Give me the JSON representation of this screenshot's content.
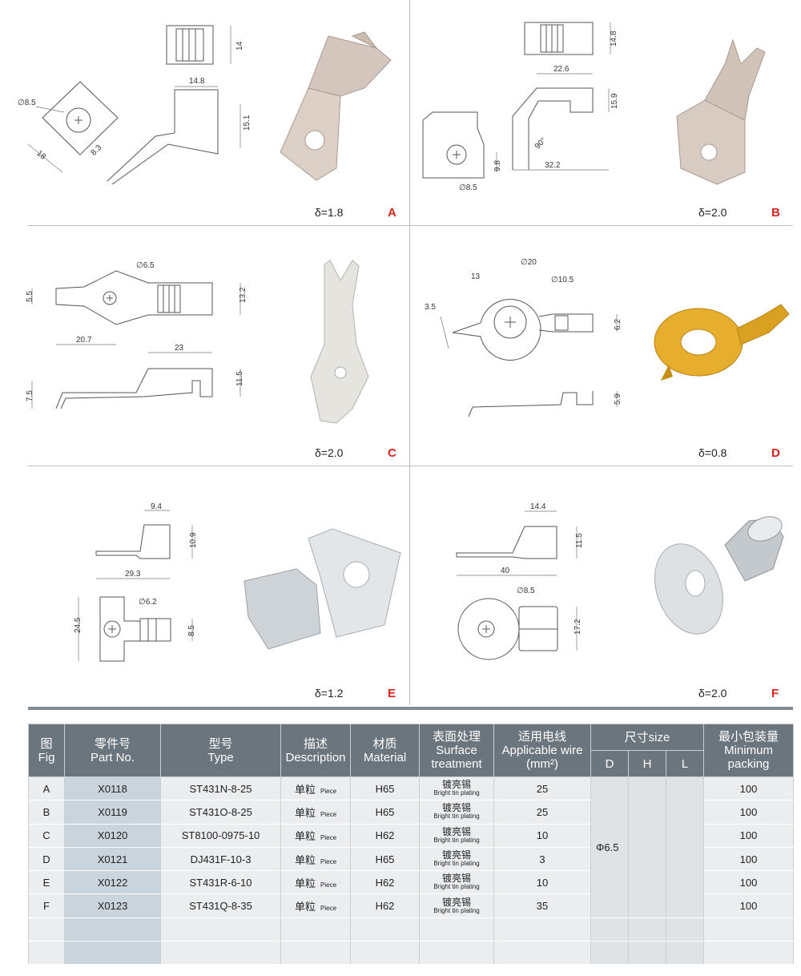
{
  "cells": [
    {
      "fig": "A",
      "thickness": "δ=1.8",
      "dims": [
        "14",
        "14.8",
        "15.1",
        "∅8.5",
        "18",
        "8.3"
      ]
    },
    {
      "fig": "B",
      "thickness": "δ=2.0",
      "dims": [
        "14.8",
        "22.6",
        "15.9",
        "90°",
        "9.8",
        "32.2",
        "∅8.5"
      ]
    },
    {
      "fig": "C",
      "thickness": "δ=2.0",
      "dims": [
        "∅6.5",
        "5.5",
        "13.2",
        "20.7",
        "23",
        "11.5",
        "7.5"
      ]
    },
    {
      "fig": "D",
      "thickness": "δ=0.8",
      "dims": [
        "∅20",
        "13",
        "∅10.5",
        "3.5",
        "6.2",
        "5.9"
      ]
    },
    {
      "fig": "E",
      "thickness": "δ=1.2",
      "dims": [
        "9.4",
        "10.9",
        "29.3",
        "∅6.2",
        "24.5",
        "8.5"
      ]
    },
    {
      "fig": "F",
      "thickness": "δ=2.0",
      "dims": [
        "14.4",
        "11.5",
        "40",
        "∅8.5",
        "17.2"
      ]
    }
  ],
  "table": {
    "headers": {
      "fig": [
        "图",
        "Fig"
      ],
      "part": [
        "零件号",
        "Part No."
      ],
      "type": [
        "型号",
        "Type"
      ],
      "desc": [
        "描述",
        "Description"
      ],
      "material": [
        "材质",
        "Material"
      ],
      "surface": [
        "表面处理",
        "Surface",
        "treatment"
      ],
      "wire": [
        "适用电线",
        "Applicable wire",
        "(mm²)"
      ],
      "size": "尺寸size",
      "size_d": "D",
      "size_h": "H",
      "size_l": "L",
      "packing": [
        "最小包装量",
        "Minimum",
        "packing"
      ]
    },
    "rows": [
      {
        "fig": "A",
        "part": "X0118",
        "type": "ST431N-8-25",
        "desc_cn": "单粒",
        "desc_en": "Piece",
        "material": "H65",
        "surf_cn": "镀亮锡",
        "surf_en": "Bright tin plating",
        "wire": "25",
        "packing": "100"
      },
      {
        "fig": "B",
        "part": "X0119",
        "type": "ST431O-8-25",
        "desc_cn": "单粒",
        "desc_en": "Piece",
        "material": "H65",
        "surf_cn": "镀亮锡",
        "surf_en": "Bright tin plating",
        "wire": "25",
        "packing": "100"
      },
      {
        "fig": "C",
        "part": "X0120",
        "type": "ST8100-0975-10",
        "desc_cn": "单粒",
        "desc_en": "Piece",
        "material": "H62",
        "surf_cn": "镀亮锡",
        "surf_en": "Bright tin plating",
        "wire": "10",
        "packing": "100"
      },
      {
        "fig": "D",
        "part": "X0121",
        "type": "DJ431F-10-3",
        "desc_cn": "单粒",
        "desc_en": "Piece",
        "material": "H65",
        "surf_cn": "镀亮锡",
        "surf_en": "Bright tin plating",
        "wire": "3",
        "packing": "100"
      },
      {
        "fig": "E",
        "part": "X0122",
        "type": "ST431R-6-10",
        "desc_cn": "单粒",
        "desc_en": "Piece",
        "material": "H62",
        "surf_cn": "镀亮锡",
        "surf_en": "Bright tin plating",
        "wire": "10",
        "packing": "100"
      },
      {
        "fig": "F",
        "part": "X0123",
        "type": "ST431Q-8-35",
        "desc_cn": "单粒",
        "desc_en": "Piece",
        "material": "H62",
        "surf_cn": "镀亮锡",
        "surf_en": "Bright tin plating",
        "wire": "35",
        "packing": "100"
      }
    ],
    "size_d_merged": "Φ6.5"
  },
  "colors": {
    "letter": "#e0201b",
    "header_bg": "#6b757d",
    "part_col": "#c9d4dd",
    "row_bg": "#ebedef"
  }
}
